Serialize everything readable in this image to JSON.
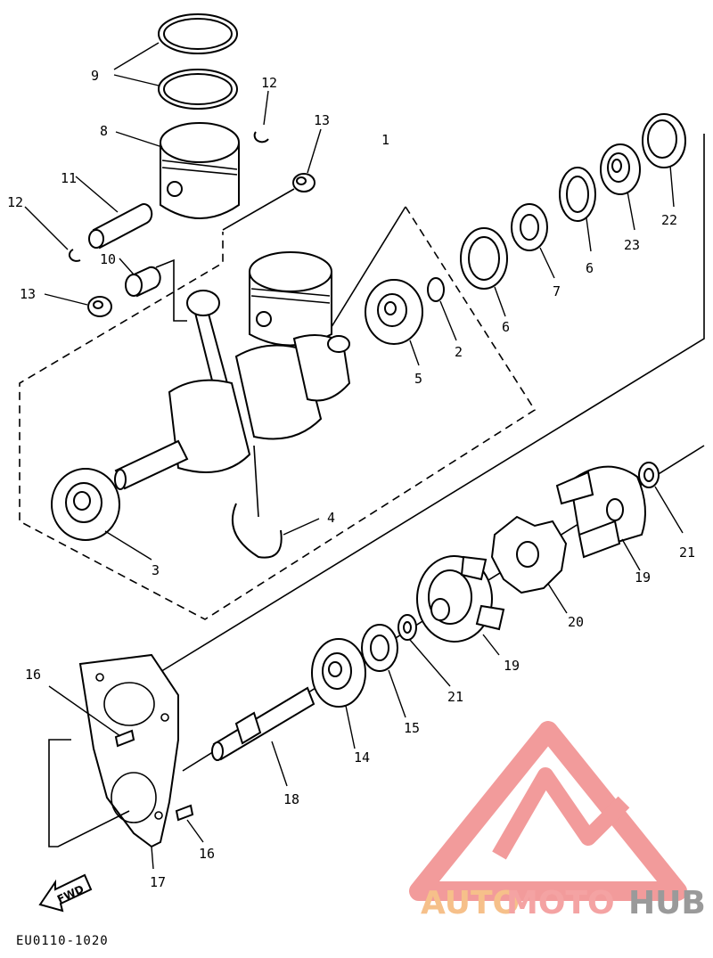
{
  "diagram": {
    "callouts": [
      {
        "id": "9",
        "text": "9"
      },
      {
        "id": "12a",
        "text": "12"
      },
      {
        "id": "13a",
        "text": "13"
      },
      {
        "id": "8",
        "text": "8"
      },
      {
        "id": "1",
        "text": "1"
      },
      {
        "id": "11",
        "text": "11"
      },
      {
        "id": "12b",
        "text": "12"
      },
      {
        "id": "10",
        "text": "10"
      },
      {
        "id": "13b",
        "text": "13"
      },
      {
        "id": "22",
        "text": "22"
      },
      {
        "id": "23",
        "text": "23"
      },
      {
        "id": "6a",
        "text": "6"
      },
      {
        "id": "7",
        "text": "7"
      },
      {
        "id": "6b",
        "text": "6"
      },
      {
        "id": "2",
        "text": "2"
      },
      {
        "id": "5",
        "text": "5"
      },
      {
        "id": "3",
        "text": "3"
      },
      {
        "id": "4",
        "text": "4"
      },
      {
        "id": "21a",
        "text": "21"
      },
      {
        "id": "19a",
        "text": "19"
      },
      {
        "id": "20",
        "text": "20"
      },
      {
        "id": "19b",
        "text": "19"
      },
      {
        "id": "21b",
        "text": "21"
      },
      {
        "id": "15",
        "text": "15"
      },
      {
        "id": "14",
        "text": "14"
      },
      {
        "id": "16a",
        "text": "16"
      },
      {
        "id": "18",
        "text": "18"
      },
      {
        "id": "16b",
        "text": "16"
      },
      {
        "id": "17",
        "text": "17"
      }
    ],
    "fwd_label": "FWD",
    "drawing_code": "EU0110-1020"
  },
  "watermark": {
    "part1": "AUTO",
    "part2": "MOTO",
    "part3": "HUB",
    "colors": {
      "part1": "#f6c08a",
      "part2": "#f4a3a3",
      "part3": "#9a9a9a",
      "logo": "#f08a8a"
    }
  }
}
